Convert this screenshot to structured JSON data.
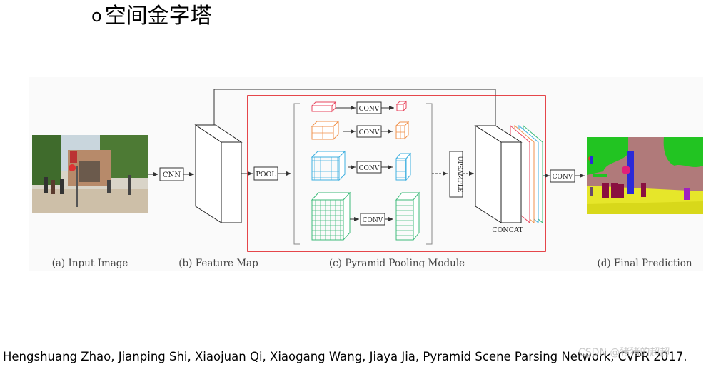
{
  "slide": {
    "bullet": "o",
    "title": "空间金字塔"
  },
  "diagram": {
    "captions": {
      "input": "(a) Input Image",
      "feature_map": "(b) Feature Map",
      "pyramid": "(c) Pyramid Pooling Module",
      "prediction": "(d) Final Prediction"
    },
    "boxes": {
      "cnn": "CNN",
      "pool": "POOL",
      "conv_1": "CONV",
      "conv_2": "CONV",
      "conv_3": "CONV",
      "conv_4": "CONV",
      "upsample": "UPSAMPLE",
      "concat": "CONCAT",
      "conv_final": "CONV"
    },
    "colors": {
      "highlight_frame": "#e0191f",
      "level_1": "#e8475f",
      "level_2": "#f0924c",
      "level_3": "#3fb0e0",
      "level_4": "#3dbb7a"
    }
  },
  "citation": "Hengshuang Zhao, Jianping Shi, Xiaojuan Qi, Xiaogang Wang, Jiaya Jia, Pyramid Scene Parsing Network, CVPR 2017.",
  "watermark": "CSDN @猪猪的超超"
}
